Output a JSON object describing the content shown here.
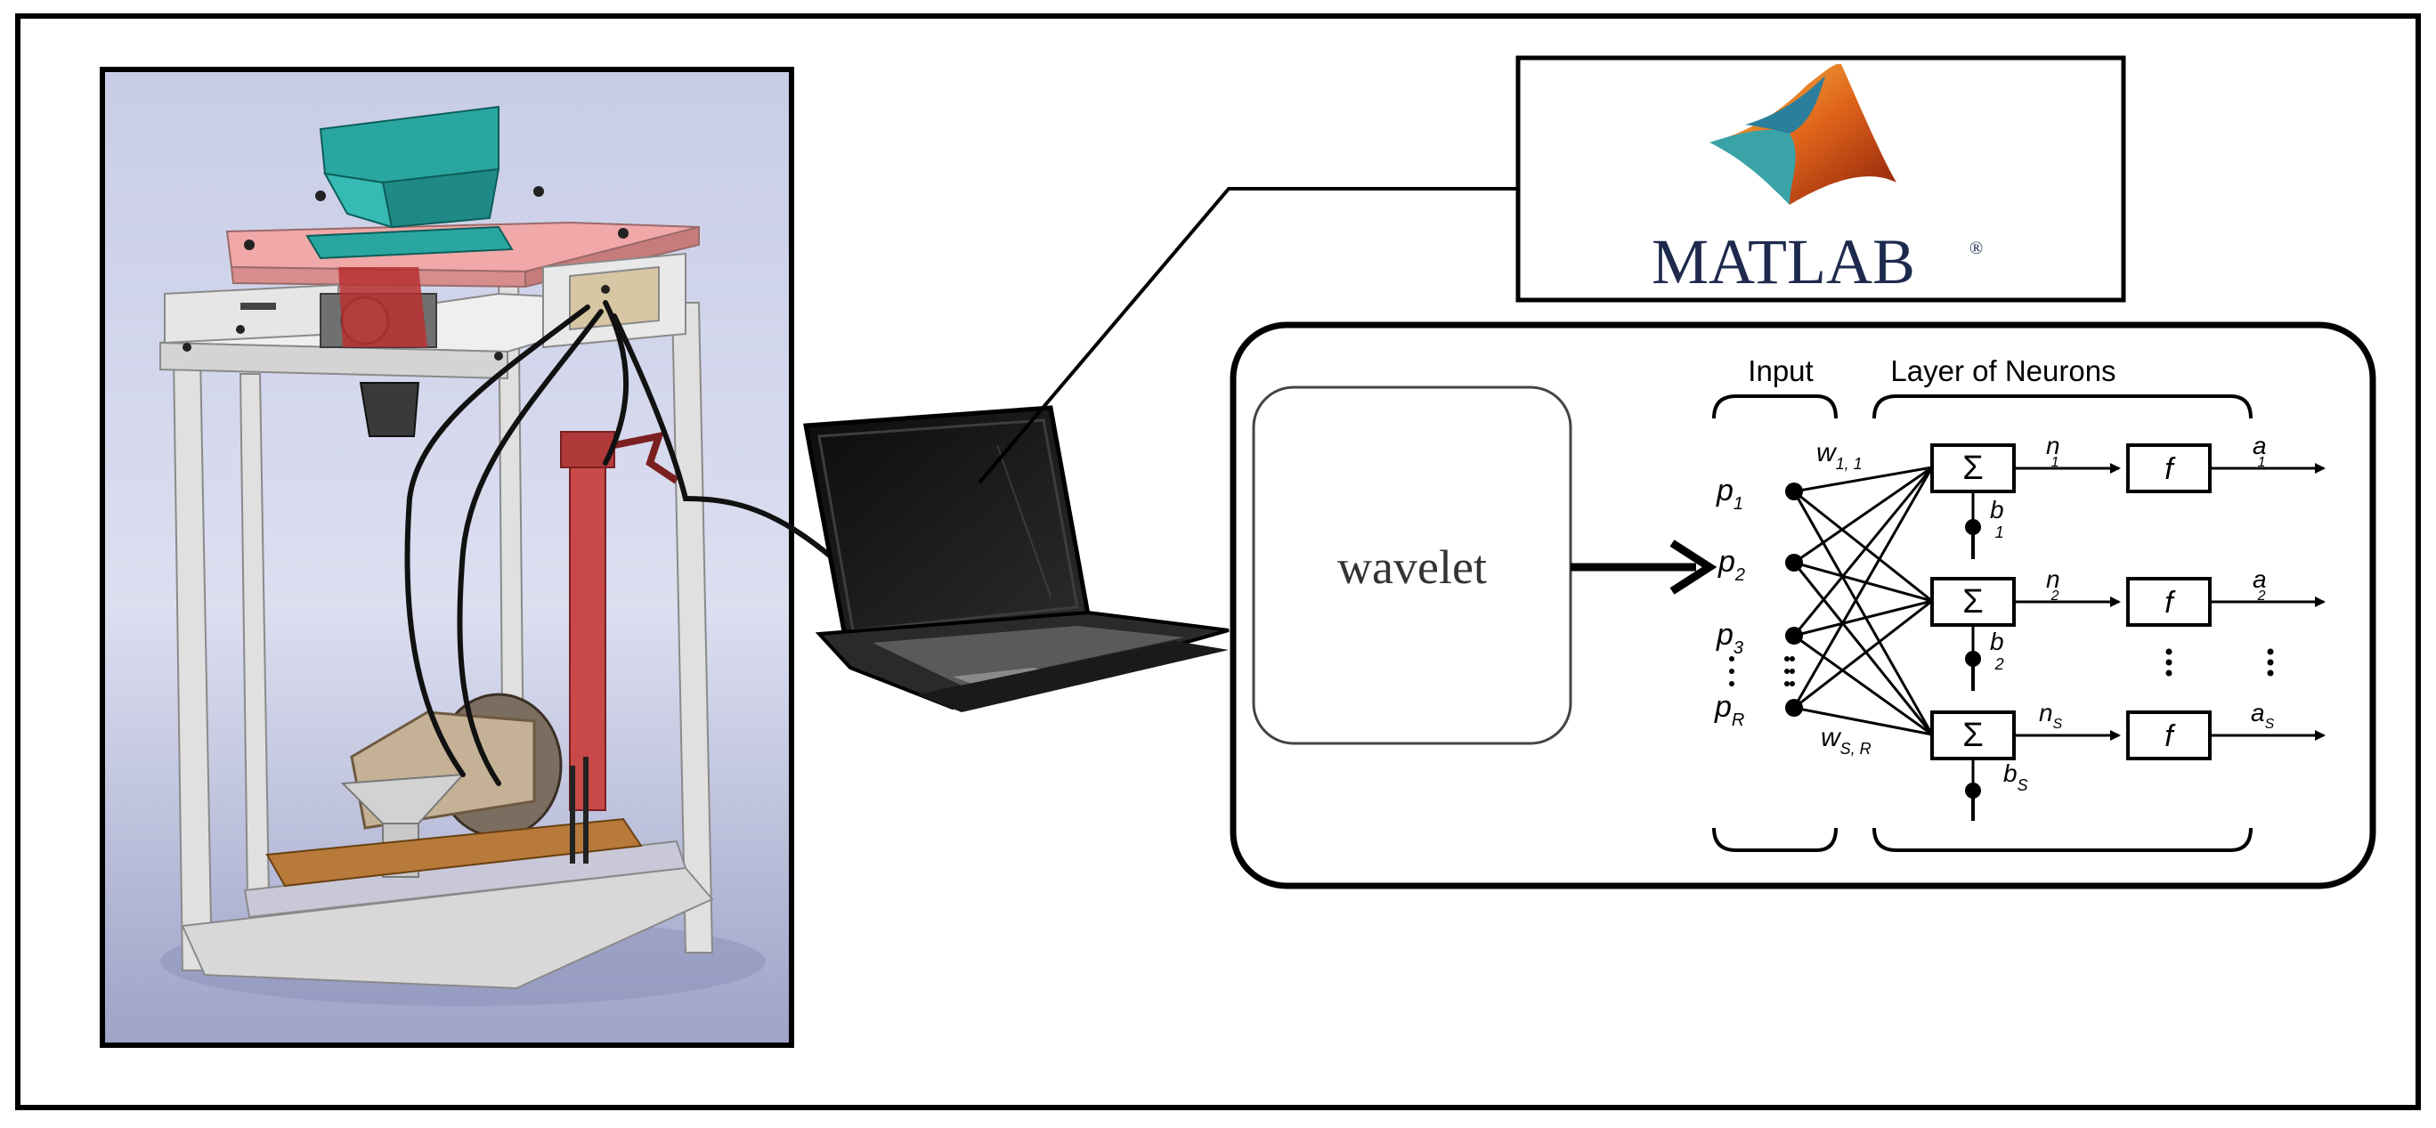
{
  "diagram": {
    "matlab_label": "MATLAB",
    "matlab_reg": "®",
    "wavelet_label": "wavelet",
    "network": {
      "input_header": "Input",
      "layer_header": "Layer of Neurons",
      "sum_symbol": "Σ",
      "transfer_symbol": "f",
      "inputs": [
        {
          "base": "p",
          "sub": "1"
        },
        {
          "base": "p",
          "sub": "2"
        },
        {
          "base": "p",
          "sub": "3"
        },
        {
          "base": "p",
          "sub": "R"
        }
      ],
      "weights": [
        {
          "base": "w",
          "sub": "1, 1"
        },
        {
          "base": "w",
          "sub": "S, R"
        }
      ],
      "neurons": [
        {
          "n_base": "n",
          "n_sub": "1",
          "b_base": "b",
          "b_sub": "1",
          "a_base": "a",
          "a_sub": "1"
        },
        {
          "n_base": "n",
          "n_sub": "2",
          "b_base": "b",
          "b_sub": "2",
          "a_base": "a",
          "a_sub": "2"
        },
        {
          "n_base": "n",
          "n_sub": "S",
          "b_base": "b",
          "b_sub": "S",
          "a_base": "a",
          "a_sub": "S"
        }
      ]
    }
  },
  "colors": {
    "frame": "#000000",
    "hopper": "#2aa6a0",
    "plate_pink": "#f0a8a8",
    "frame_gray": "#d9d9d9",
    "red_column": "#c94848",
    "wood": "#b77a3a",
    "matlab_text": "#1d2a4d",
    "matlab_orange": "#e0651b",
    "matlab_teal": "#3aa3a8"
  }
}
